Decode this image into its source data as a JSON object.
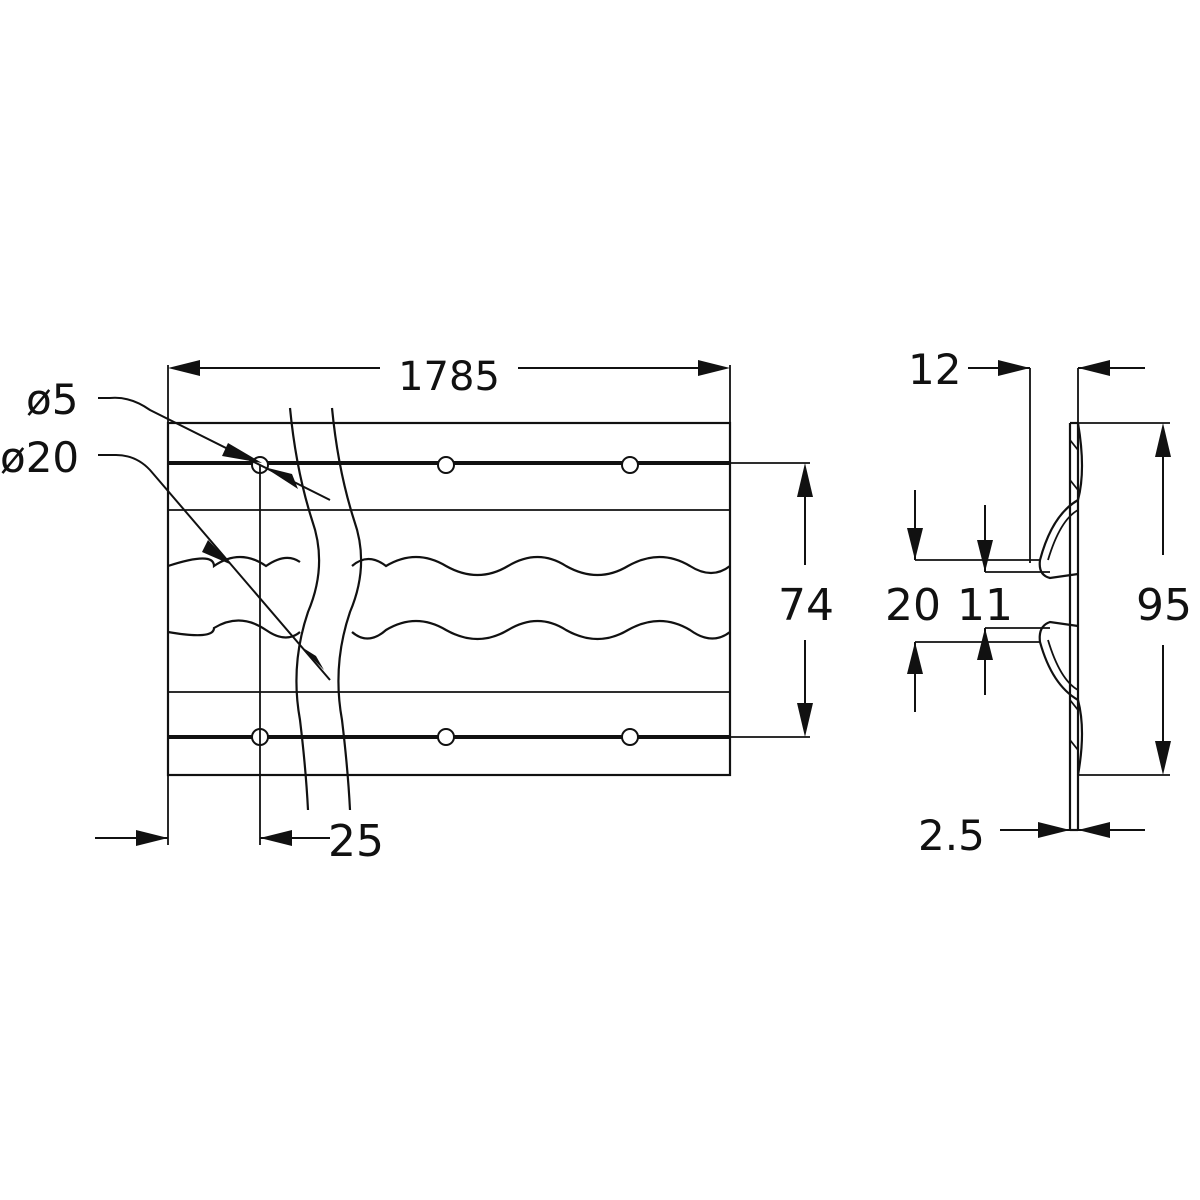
{
  "drawing": {
    "front_view": {
      "length": "1785",
      "height": "74",
      "hole_small": "ø5",
      "hole_large": "ø20",
      "end_offset": "25"
    },
    "side_view": {
      "flange_depth": "12",
      "overall_height": "95",
      "slot_outer": "20",
      "slot_inner": "11",
      "thickness": "2.5"
    }
  }
}
